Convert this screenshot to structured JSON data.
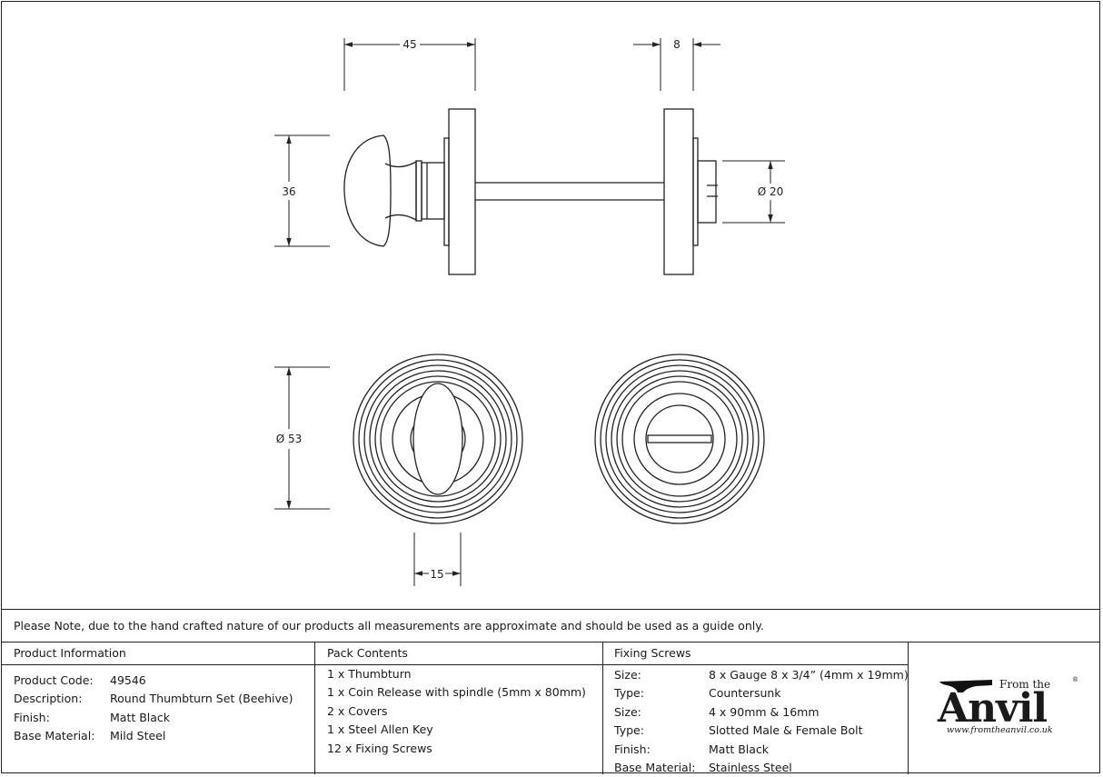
{
  "dimensions": {
    "thumbturn_length": "45",
    "cover_thickness": "8",
    "thumbturn_height": "36",
    "release_diameter": "Ø 20",
    "cover_diameter": "Ø 53",
    "thumb_width": "15"
  },
  "note": "Please Note, due to the hand crafted nature of our products all measurements are approximate and should be used as a guide only.",
  "product_information": {
    "heading": "Product Information",
    "rows": [
      {
        "label": "Product Code:",
        "value": "49546"
      },
      {
        "label": "Description:",
        "value": "Round Thumbturn Set (Beehive)"
      },
      {
        "label": "Finish:",
        "value": "Matt Black"
      },
      {
        "label": "Base Material:",
        "value": "Mild Steel"
      }
    ]
  },
  "pack_contents": {
    "heading": "Pack Contents",
    "items": [
      "1 x Thumbturn",
      "1 x Coin Release with spindle (5mm x 80mm)",
      "2 x Covers",
      "1 x Steel Allen Key",
      "12 x Fixing Screws"
    ]
  },
  "fixing_screws": {
    "heading": "Fixing Screws",
    "rows": [
      {
        "label": "Size:",
        "value": "8 x Gauge 8 x 3/4” (4mm x 19mm)"
      },
      {
        "label": "Type:",
        "value": "Countersunk"
      },
      {
        "label": "Size:",
        "value": "4 x 90mm & 16mm"
      },
      {
        "label": "Type:",
        "value": "Slotted Male & Female Bolt"
      },
      {
        "label": "Finish:",
        "value": "Matt Black"
      },
      {
        "label": "Base Material:",
        "value": "Stainless Steel"
      }
    ]
  },
  "logo": {
    "from_the": "From the",
    "word": "Anvil",
    "registered": "®",
    "url": "www.fromtheanvil.co.uk"
  }
}
